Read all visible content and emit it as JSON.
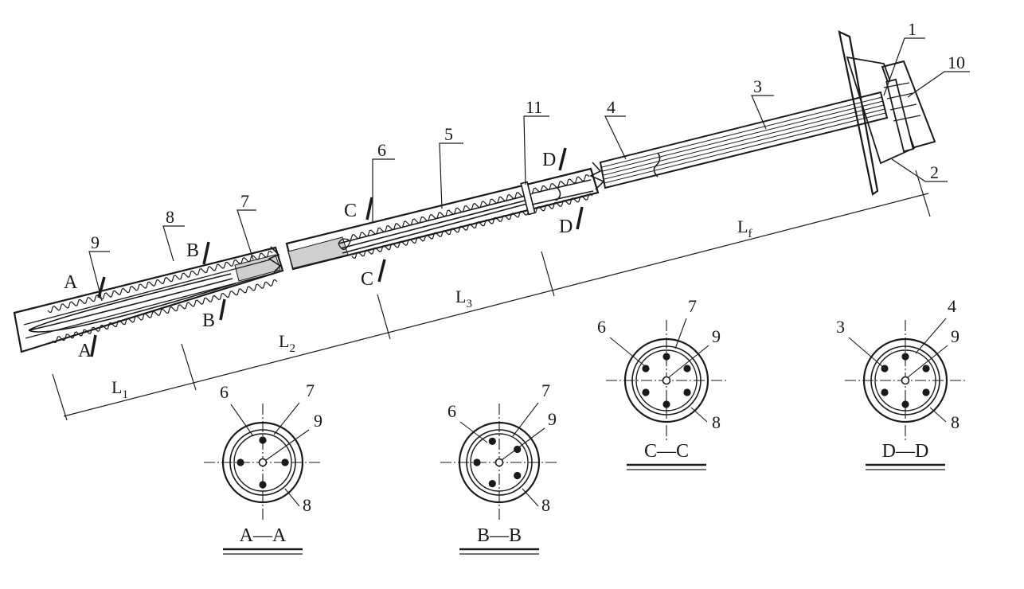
{
  "diagram": {
    "callouts": {
      "c1": "1",
      "c2": "2",
      "c3": "3",
      "c4": "4",
      "c5": "5",
      "c6": "6",
      "c7": "7",
      "c8": "8",
      "c9": "9",
      "c10": "10",
      "c11": "11"
    },
    "cut_marks": {
      "A": "A",
      "B": "B",
      "C": "C",
      "D": "D"
    },
    "dimensions": {
      "L1": {
        "base": "L",
        "sub": "1"
      },
      "L2": {
        "base": "L",
        "sub": "2"
      },
      "L3": {
        "base": "L",
        "sub": "3"
      },
      "Lf": {
        "base": "L",
        "sub": "f"
      }
    },
    "sections": [
      {
        "id": "AA",
        "title": "A—A",
        "labels": [
          "6",
          "7",
          "9",
          "8"
        ],
        "bars": 4
      },
      {
        "id": "BB",
        "title": "B—B",
        "labels": [
          "6",
          "7",
          "9",
          "8"
        ],
        "bars": 5
      },
      {
        "id": "CC",
        "title": "C—C",
        "labels": [
          "6",
          "7",
          "9",
          "8"
        ],
        "bars": 6
      },
      {
        "id": "DD",
        "title": "D—D",
        "labels": [
          "3",
          "4",
          "9",
          "8"
        ],
        "bars": 6
      }
    ]
  }
}
